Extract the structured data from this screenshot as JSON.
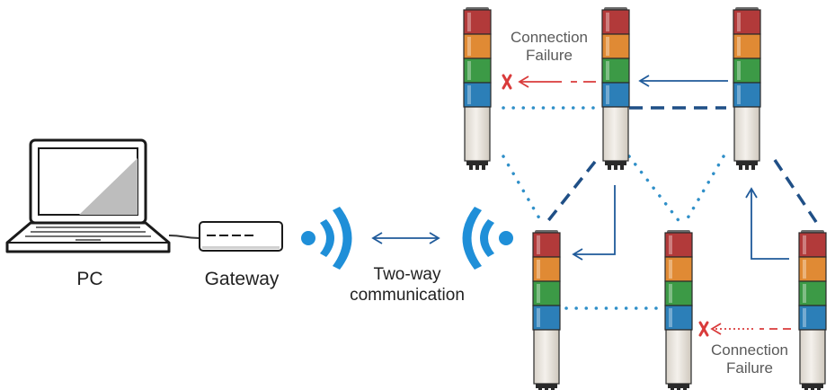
{
  "labels": {
    "pc": "PC",
    "gateway": "Gateway",
    "two_way": "Two-way communication",
    "conn_fail_top": "Connection Failure",
    "conn_fail_bottom": "Connection Failure"
  },
  "tower_colors": [
    "#b23a3a",
    "#e08a34",
    "#3c9a46",
    "#2c7fb8"
  ],
  "colors": {
    "link_blue": "#1f4f86",
    "dot_blue": "#2f8fc8",
    "wave_blue": "#1f8fd8",
    "fail_red": "#d93b3b",
    "arrow_blue": "#1f5a9a"
  },
  "icons": {
    "laptop": "laptop-icon",
    "gateway": "gateway-icon",
    "wireless_left": "wireless-signal-icon",
    "wireless_right": "wireless-signal-icon",
    "fail_mark": "x-mark-icon"
  }
}
